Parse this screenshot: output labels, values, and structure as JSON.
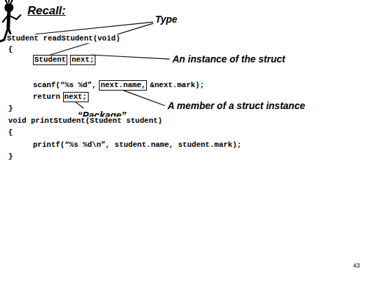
{
  "diagram": {
    "title": "Recall:",
    "nodes": [
      {
        "text": [
          "Student"
        ]
      },
      {
        "text": [
          "next;"
        ]
      },
      {
        "text": [
          "next.name,"
        ]
      },
      {
        "text": [
          "next;"
        ]
      }
    ],
    "labels": [
      "Type",
      "Student readStudent(void)",
      "An instance of the struct",
      "{",
      "scanf(“%s %d”,",
      "&next.mark);",
      "return",
      "}",
      "A member of a struct instance",
      "“Package”",
      "void printStudent(Student student)",
      "{",
      "printf(“%s %d\\n”, student.name, student.mark);",
      "}",
      "43"
    ]
  }
}
